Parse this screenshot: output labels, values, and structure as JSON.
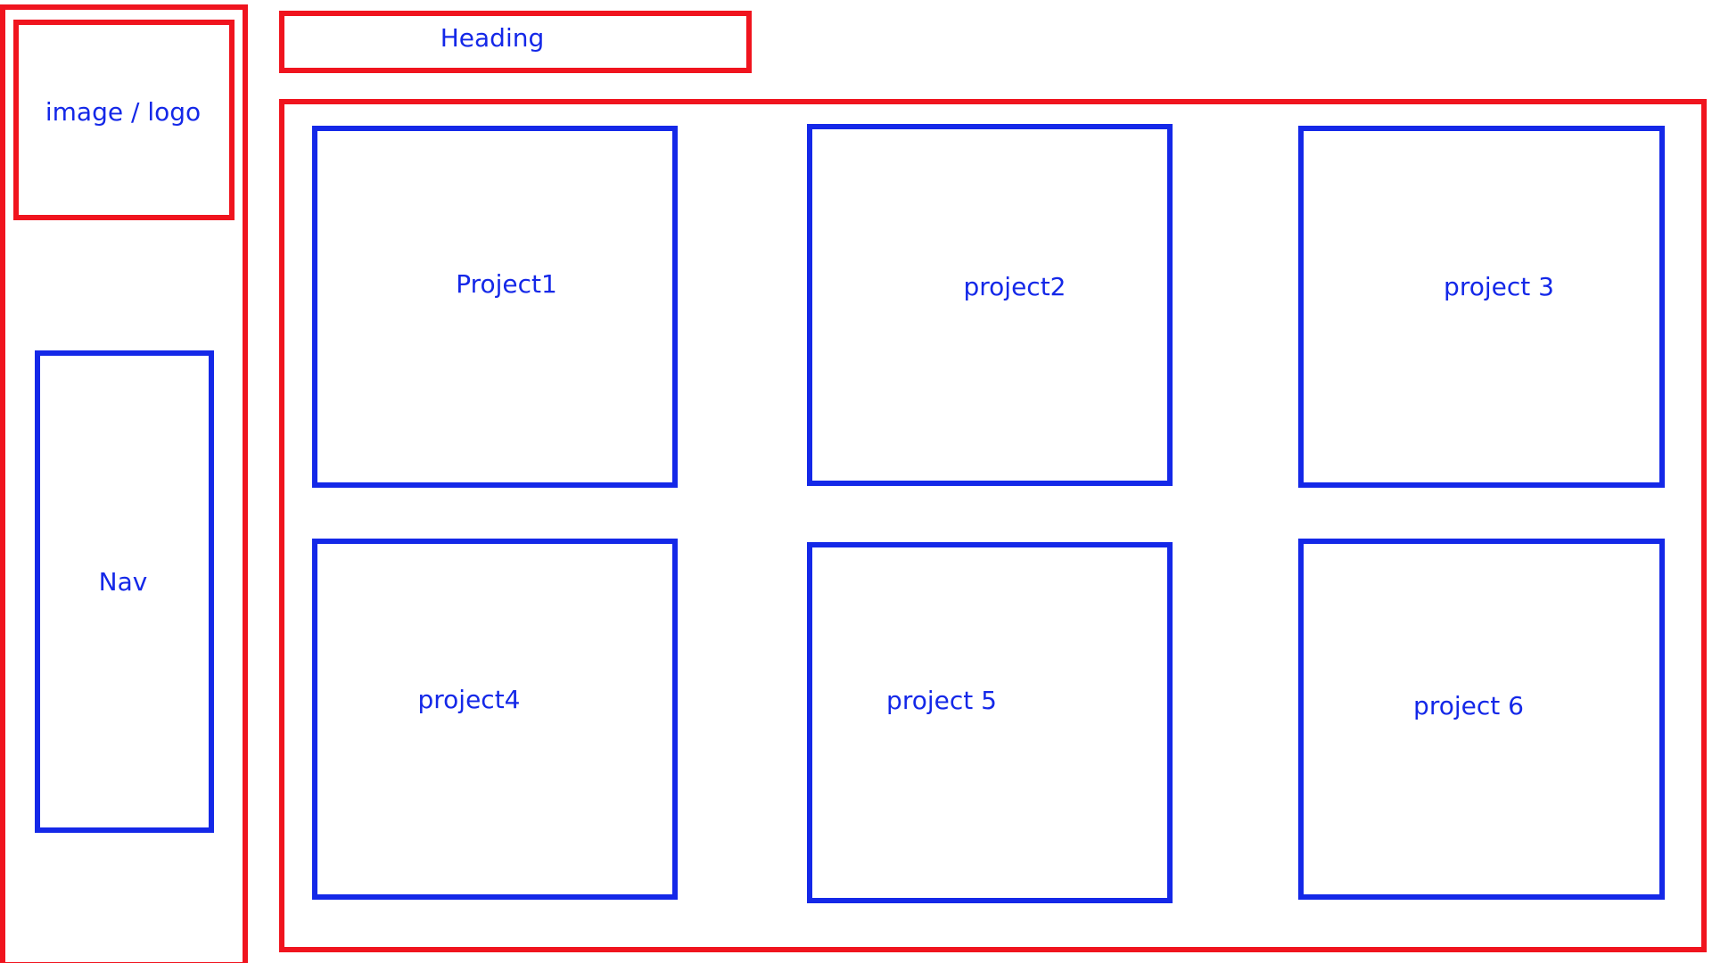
{
  "sidebar": {
    "logo_label": "image / logo",
    "nav_label": "Nav"
  },
  "header": {
    "heading_label": "Heading"
  },
  "main": {
    "projects": [
      {
        "label": "Project1"
      },
      {
        "label": "project2"
      },
      {
        "label": "project 3"
      },
      {
        "label": "project4"
      },
      {
        "label": "project 5"
      },
      {
        "label": "project 6"
      }
    ]
  },
  "colors": {
    "container_border": "#f0141e",
    "content_border": "#1428e8",
    "text": "#1428e8",
    "background": "#ffffff"
  }
}
